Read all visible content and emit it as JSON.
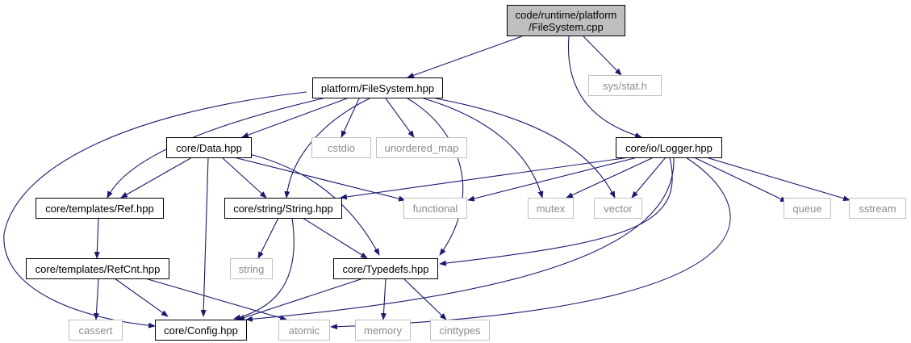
{
  "colors": {
    "edge": "#191970",
    "root_fill": "#bfbfbf",
    "system_border": "#bfbfbf",
    "system_text": "#8c8c8c",
    "node_border": "#000000"
  },
  "nodes": {
    "root": {
      "line1": "code/runtime/platform",
      "line2": "/FileSystem.cpp"
    },
    "filesystem_hpp": "platform/FileSystem.hpp",
    "sys_stat": "sys/stat.h",
    "core_data": "core/Data.hpp",
    "cstdio": "cstdio",
    "unordered_map": "unordered_map",
    "logger": "core/io/Logger.hpp",
    "ref": "core/templates/Ref.hpp",
    "string_hpp": "core/string/String.hpp",
    "functional": "functional",
    "mutex": "mutex",
    "vector": "vector",
    "queue": "queue",
    "sstream": "sstream",
    "refcnt": "core/templates/RefCnt.hpp",
    "string_std": "string",
    "typedefs": "core/Typedefs.hpp",
    "cassert": "cassert",
    "config": "core/Config.hpp",
    "atomic": "atomic",
    "memory": "memory",
    "cinttypes": "cinttypes"
  }
}
